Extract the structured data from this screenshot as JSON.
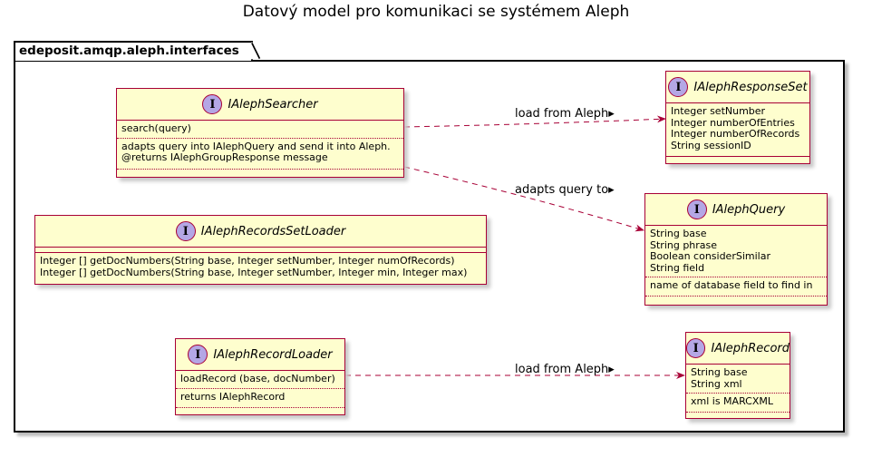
{
  "title": "Datový model pro komunikaci se systémem Aleph",
  "package": {
    "name": "edeposit.amqp.aleph.interfaces"
  },
  "colors": {
    "class_fill": "#fefece",
    "class_border": "#a80036",
    "badge": "#b4a7e5",
    "arrow": "#a80036"
  },
  "classes": {
    "searcher": {
      "badge": "I",
      "name": "IAlephSearcher",
      "methods": [
        "search(query)"
      ],
      "notes": [
        "adapts query into IAlephQuery and send it into Aleph.",
        "@returns IAlephGroupResponse message"
      ]
    },
    "response_set": {
      "badge": "I",
      "name": "IAlephResponseSet",
      "fields": [
        "Integer setNumber",
        "Integer numberOfEntries",
        "Integer numberOfRecords",
        "String sessionID"
      ]
    },
    "query": {
      "badge": "I",
      "name": "IAlephQuery",
      "fields": [
        "String base",
        "String phrase",
        "Boolean considerSimilar",
        "String field"
      ],
      "notes": [
        "name of database field to find in"
      ]
    },
    "records_set_loader": {
      "badge": "I",
      "name": "IAlephRecordsSetLoader",
      "methods": [
        "Integer [] getDocNumbers(String base, Integer setNumber, Integer numOfRecords)",
        "Integer [] getDocNumbers(String base, Integer setNumber, Integer min, Integer max)"
      ]
    },
    "record_loader": {
      "badge": "I",
      "name": "IAlephRecordLoader",
      "methods": [
        "loadRecord (base, docNumber)"
      ],
      "notes": [
        "returns IAlephRecord"
      ]
    },
    "record": {
      "badge": "I",
      "name": "IAlephRecord",
      "fields": [
        "String base",
        "String xml"
      ],
      "notes": [
        "xml is MARCXML"
      ]
    }
  },
  "relations": [
    {
      "label": "load from Aleph▸"
    },
    {
      "label": "adapts query to▸"
    },
    {
      "label": "load from Aleph▸"
    }
  ]
}
